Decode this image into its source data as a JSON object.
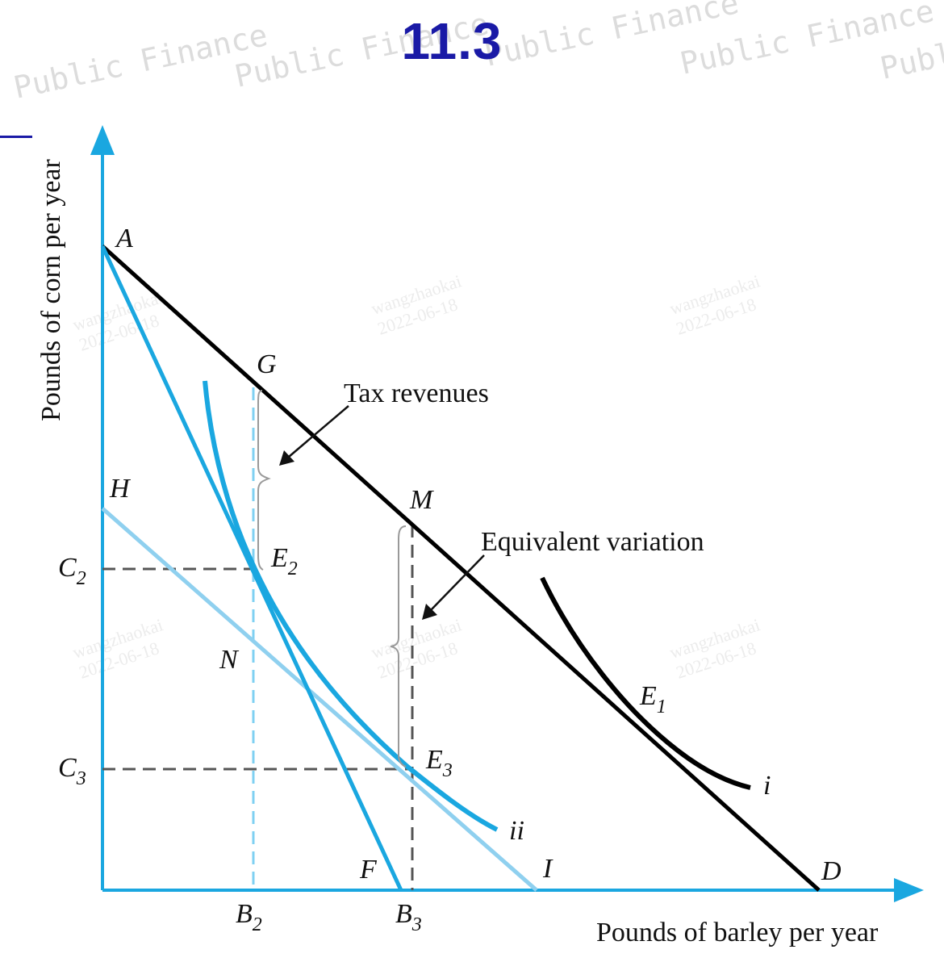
{
  "header": {
    "title": "11.3",
    "watermark_text": "Public Finance",
    "stamp_name": "wangzhaokai",
    "stamp_date": "2022-06-18"
  },
  "diagram": {
    "y_axis_label": "Pounds of corn per year",
    "x_axis_label": "Pounds of barley per year",
    "annotations": {
      "tax_revenues": "Tax revenues",
      "equivalent_variation": "Equivalent variation"
    },
    "points": {
      "A": "A",
      "G": "G",
      "H": "H",
      "M": "M",
      "N": "N",
      "F": "F",
      "I": "I",
      "D": "D",
      "E1": {
        "base": "E",
        "sub": "1"
      },
      "E2": {
        "base": "E",
        "sub": "2"
      },
      "E3": {
        "base": "E",
        "sub": "3"
      },
      "C2": {
        "base": "C",
        "sub": "2"
      },
      "C3": {
        "base": "C",
        "sub": "3"
      },
      "B2": {
        "base": "B",
        "sub": "2"
      },
      "B3": {
        "base": "B",
        "sub": "3"
      }
    },
    "curve_labels": {
      "i": "i",
      "ii": "ii"
    },
    "colors": {
      "axis": "#1aa7e0",
      "budget_before": "#000000",
      "budget_after_tax": "#1aa7e0",
      "budget_equivalent": "#8fd0ef",
      "indifference_i": "#000000",
      "indifference_ii": "#1aa7e0",
      "guide": "#555555",
      "title": "#1a1aa6"
    }
  }
}
